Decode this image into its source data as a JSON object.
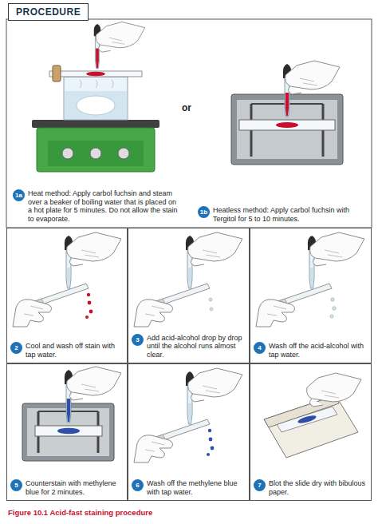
{
  "diagram": {
    "title": "PROCEDURE",
    "caption": "Figure 10.1 Acid-fast staining procedure",
    "nodes": [
      {
        "text": [
          "1a",
          "Heat method: Apply carbol fuchsin and steam over a beaker of boiling water that is placed on a hot plate for 5 minutes. Do not allow the stain to evaporate."
        ]
      },
      {
        "text": [
          "1b",
          "Heatless method: Apply carbol fuchsin with Tergitol for 5 to 10 minutes."
        ]
      },
      {
        "text": [
          "2",
          "Cool and wash off stain with tap water."
        ]
      },
      {
        "text": [
          "3",
          "Add acid-alcohol drop by drop until the alcohol runs almost clear."
        ]
      },
      {
        "text": [
          "4",
          "Wash off the acid-alcohol with tap water."
        ]
      },
      {
        "text": [
          "5",
          "Counterstain with methylene blue for 2 minutes."
        ]
      },
      {
        "text": [
          "6",
          "Wash off the methylene blue with tap water."
        ]
      },
      {
        "text": [
          "7",
          "Blot the slide dry with bibulous paper."
        ]
      }
    ],
    "labels": [
      "or"
    ]
  }
}
